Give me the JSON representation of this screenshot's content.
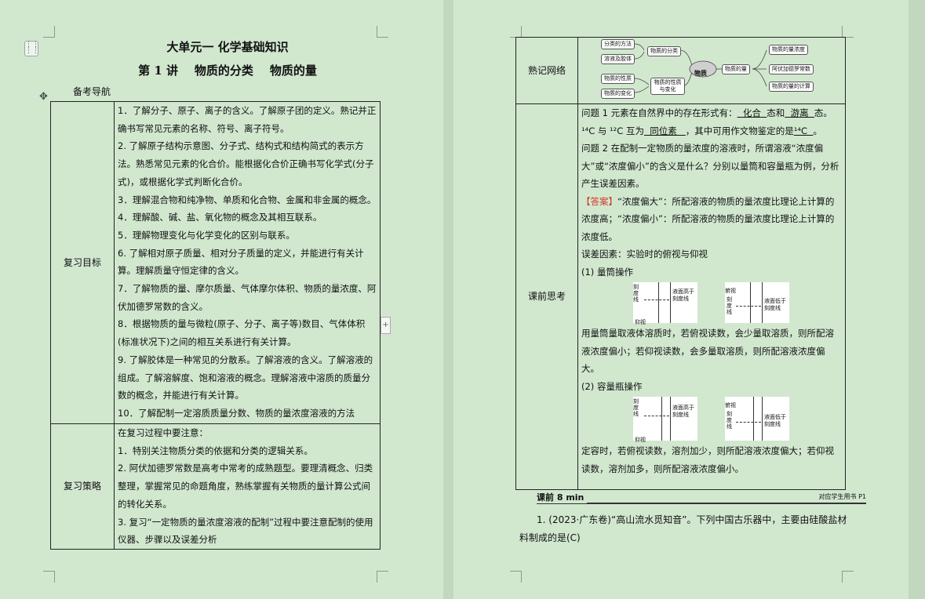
{
  "left_page": {
    "title": "大单元一  化学基础知识",
    "subtitle": "第 1 讲    物质的分类    物质的量",
    "section_label": "备考导航",
    "table": {
      "row1_label": "复习目标",
      "goals": [
        "1．了解分子、原子、离子的含义。了解原子团的定义。熟记并正确书写常见元素的名称、符号、离子符号。",
        "2. 了解原子结构示意图、分子式、结构式和结构简式的表示方法。熟悉常见元素的化合价。能根据化合价正确书写化学式(分子式)，或根据化学式判断化合价。",
        "3．理解混合物和纯净物、单质和化合物、金属和非金属的概念。",
        "4．理解酸、碱、盐、氧化物的概念及其相互联系。",
        "5．理解物理变化与化学变化的区别与联系。",
        "6. 了解相对原子质量、相对分子质量的定义，并能进行有关计算。理解质量守恒定律的含义。",
        "7．了解物质的量、摩尔质量、气体摩尔体积、物质的量浓度、阿伏加德罗常数的含义。",
        "8．根据物质的量与微粒(原子、分子、离子等)数目、气体体积(标准状况下)之间的相互关系进行有关计算。",
        "9. 了解胶体是一种常见的分散系。了解溶液的含义。了解溶液的组成。了解溶解度、饱和溶液的概念。理解溶液中溶质的质量分数的概念，并能进行有关计算。",
        "10．了解配制一定溶质质量分数、物质的量浓度溶液的方法"
      ],
      "row2_label": "复习策略",
      "strategy": [
        "在复习过程中要注意：",
        "1．特别关注物质分类的依据和分类的逻辑关系。",
        "2. 阿伏加德罗常数是高考中常考的成熟题型。要理清概念、归类整理，掌握常见的命题角度，熟练掌握有关物质的量计算公式间的转化关系。",
        "3. 复习“一定物质的量浓度溶液的配制”过程中要注意配制的使用仪器、步骤以及误差分析"
      ]
    }
  },
  "right_page": {
    "row1_label": "熟记网络",
    "mindmap": {
      "center": "物质",
      "nodes": [
        "分类的方法",
        "溶液及胶体",
        "物质的分类",
        "物质的性质",
        "物质的变化",
        "物质的性质与变化",
        "物质的量",
        "物质的量浓度",
        "阿伏加德罗常数",
        "物质的量的计算"
      ]
    },
    "row2_label": "课前思考",
    "q1_a": "问题 1    元素在自然界中的存在形式有：",
    "q1_blank1": "  化合  ",
    "q1_b": "态和",
    "q1_blank2": "  游离  ",
    "q1_c": "态。¹⁴C 与 ¹²C 互为",
    "q1_blank3": "  同位素   ",
    "q1_d": "，其中可用作文物鉴定的是",
    "q1_blank4": "¹⁴C  ",
    "q1_e": "。",
    "q2": "问题 2    在配制一定物质的量浓度的溶液时，所谓溶液“浓度偏大”或“浓度偏小”的含义是什么？分别以量筒和容量瓶为例，分析产生误差因素。",
    "answer_tag": "【答案】",
    "answer_text": "“浓度偏大”：所配溶液的物质的量浓度比理论上计算的浓度高；“浓度偏小”：所配溶液的物质的量浓度比理论上计算的浓度低。",
    "error_factor": "误差因素：实验时的俯视与仰视",
    "op1_title": "(1)  量筒操作",
    "fig1a": {
      "scale": "刻度线",
      "view": "仰视",
      "note": "液面高于刻度线"
    },
    "fig1b": {
      "scale": "刻度线",
      "view": "俯视",
      "note": "液面低于刻度线"
    },
    "op1_text": "用量筒量取液体溶质时，若俯视读数，会少量取溶质，则所配溶液浓度偏小；若仰视读数，会多量取溶质，则所配溶液浓度偏大。",
    "op2_title": "(2)  容量瓶操作",
    "fig2a": {
      "scale": "刻度线",
      "view": "仰视",
      "note": "液面高于刻度线"
    },
    "fig2b": {
      "scale": "刻度线",
      "view": "俯视",
      "note": "液面低于刻度线"
    },
    "op2_text": "定容时，若俯视读数，溶剂加少，则所配溶液浓度偏大；若仰视读数，溶剂加多，则所配溶液浓度偏小。",
    "banner_left": "课前 8 min",
    "banner_right": "对应学生用书 P1",
    "question1_line1": "1. (2023·广东卷)“高山流水觅知音”。下列中国古乐器中，主要由硅酸盐材",
    "question1_line2": "料制成的是(C)"
  }
}
